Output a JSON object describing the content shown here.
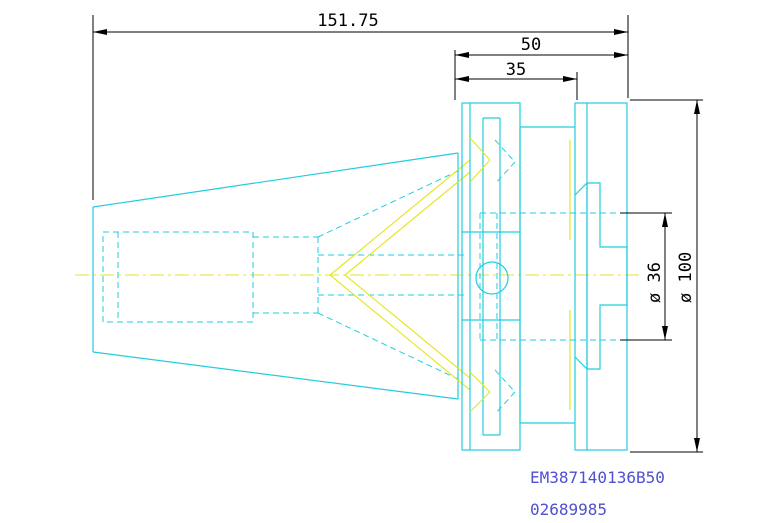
{
  "dimensions": {
    "overall_length": "151.75",
    "flange_to_end": "50",
    "flange_to_groove": "35",
    "inner_diameter": "ø 36",
    "outer_diameter": "ø 100"
  },
  "part": {
    "model_code": "EM387140136B50",
    "serial_number": "02689985"
  },
  "colors": {
    "outline": "#22cde0",
    "centerline": "#e6e62a",
    "dimension": "#000000",
    "code_text": "#5050d0"
  }
}
